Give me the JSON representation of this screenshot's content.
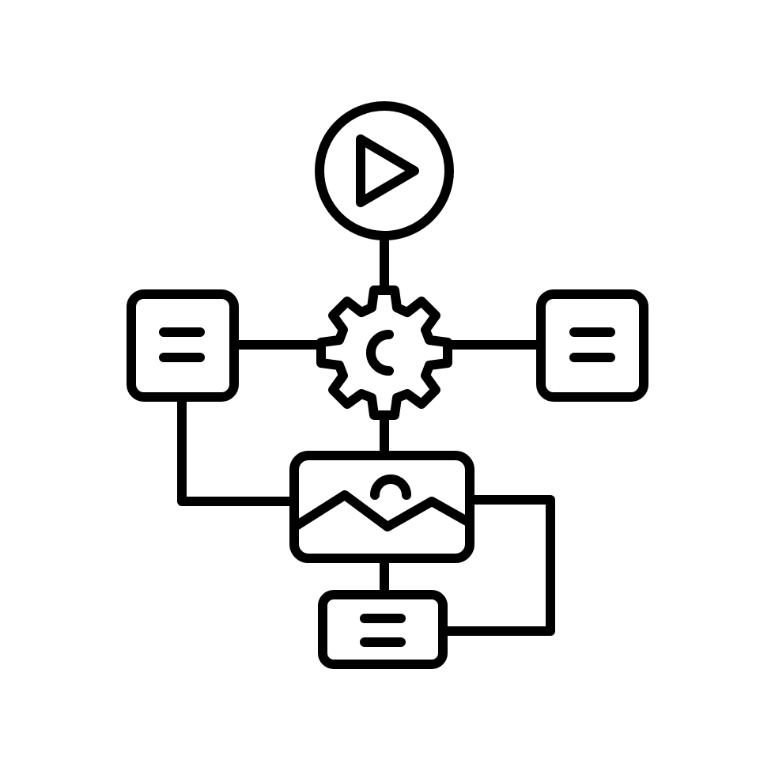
{
  "icon": {
    "subject": "workflow-automation",
    "stroke_color": "#000000",
    "background_color": "#ffffff",
    "style": "line-icon"
  },
  "nodes": [
    {
      "id": "start",
      "shape": "circle",
      "icon": "play-icon"
    },
    {
      "id": "process",
      "shape": "gear",
      "icon": "gear-icon"
    },
    {
      "id": "left-doc",
      "shape": "rounded-square",
      "icon": "list-lines-icon"
    },
    {
      "id": "right-doc",
      "shape": "rounded-square",
      "icon": "list-lines-icon"
    },
    {
      "id": "media",
      "shape": "rounded-rectangle",
      "icon": "image-icon"
    },
    {
      "id": "bottom-doc",
      "shape": "rounded-rectangle",
      "icon": "list-lines-icon"
    }
  ],
  "connections": [
    {
      "from": "start",
      "to": "process"
    },
    {
      "from": "left-doc",
      "to": "process"
    },
    {
      "from": "right-doc",
      "to": "process"
    },
    {
      "from": "process",
      "to": "media"
    },
    {
      "from": "left-doc",
      "to": "media"
    },
    {
      "from": "media",
      "to": "bottom-doc"
    },
    {
      "from": "media",
      "to": "bottom-doc",
      "route": "right-loop"
    }
  ]
}
